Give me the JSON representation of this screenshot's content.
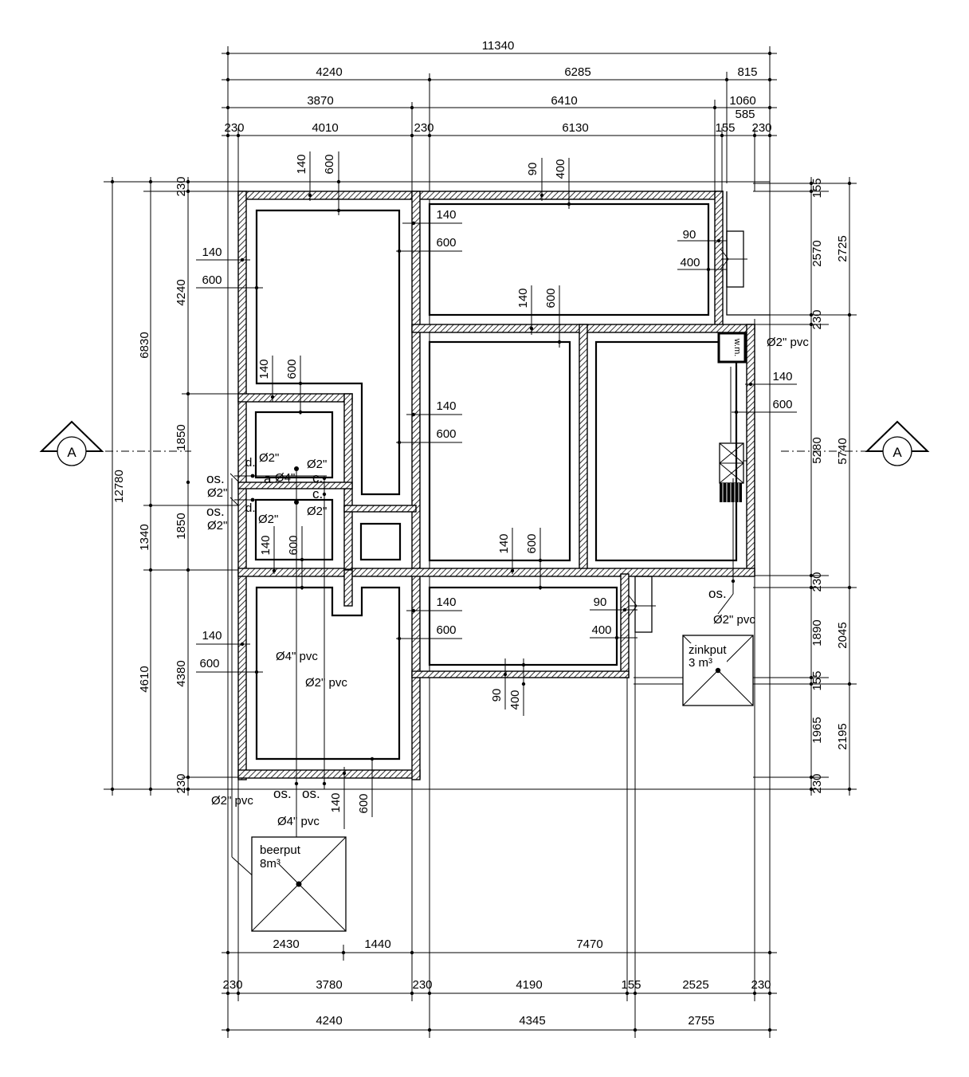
{
  "dims_top": {
    "total": "11340",
    "r2": [
      "4240",
      "6285",
      "815"
    ],
    "r3": [
      "3870",
      "6410",
      "1060"
    ],
    "r3b": "585",
    "r4": [
      "230",
      "4010",
      "230",
      "6130",
      "155",
      "230"
    ]
  },
  "dims_bottom": {
    "r1": [
      "2430",
      "1440",
      "7470"
    ],
    "r2": [
      "230",
      "3780",
      "230",
      "4190",
      "155",
      "2525",
      "230"
    ],
    "r3": [
      "4240",
      "4345",
      "2755"
    ]
  },
  "dims_left": {
    "total": "12780",
    "outer": [
      "6830",
      "1340",
      "4610"
    ],
    "inner": [
      "230",
      "4240",
      "1850",
      "1850",
      "4380",
      "230"
    ]
  },
  "dims_right": {
    "inner": [
      "155",
      "2570",
      "230",
      "5280",
      "230",
      "1890",
      "155",
      "1965",
      "230"
    ],
    "outer": [
      "2725",
      "5740",
      "2045",
      "2195"
    ]
  },
  "section": {
    "left": "A",
    "right": "A"
  },
  "foundation": {
    "d140": "140",
    "d600": "600",
    "d90": "90",
    "d400": "400"
  },
  "pipes": {
    "p2": "Ø2\"",
    "p4": "Ø4\"",
    "p2pvc": "Ø2\" pvc",
    "p4pvc": "Ø4\" pvc",
    "os": "os.",
    "d": "d.",
    "a": "a",
    "c": "c."
  },
  "wm": "w.m.",
  "beerput": {
    "l1": "beerput",
    "l2": "8m³"
  },
  "zinkput": {
    "l1": "zinkput",
    "l2": "3 m³"
  }
}
